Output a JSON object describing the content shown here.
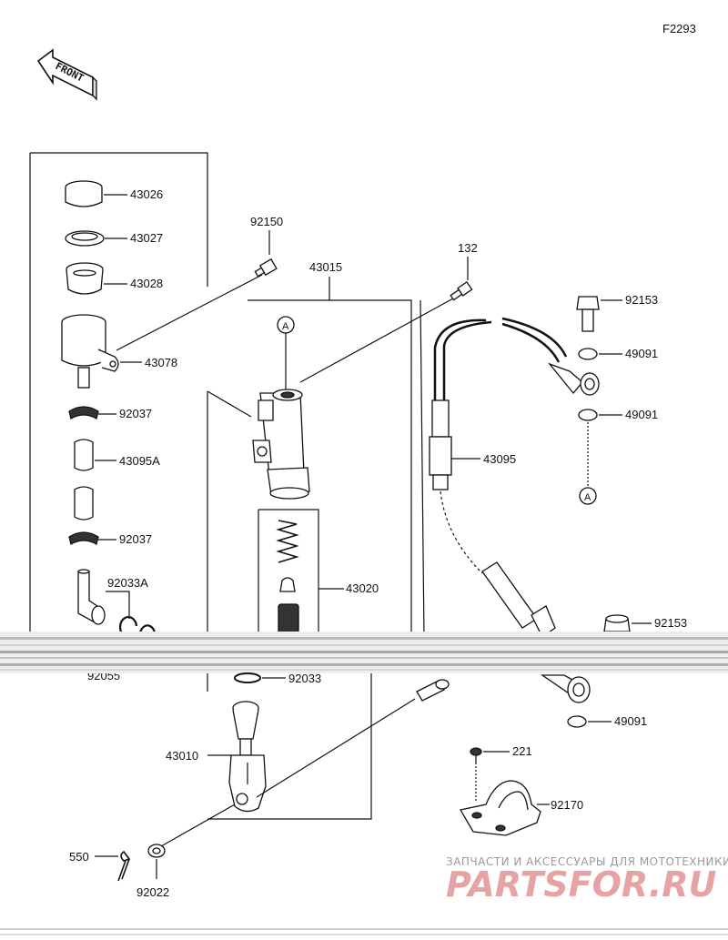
{
  "diagram_code": "F2293",
  "front_label": "FRONT",
  "callout_a": "A",
  "parts": {
    "p43026": "43026",
    "p43027": "43027",
    "p43028": "43028",
    "p43078": "43078",
    "p92037_top": "92037",
    "p43095A": "43095A",
    "p92037_bottom": "92037",
    "p92033A": "92033A",
    "p92055": "92055",
    "p92150": "92150",
    "p43015": "43015",
    "p132": "132",
    "p43020": "43020",
    "p92033": "92033",
    "p43010": "43010",
    "p550": "550",
    "p92022": "92022",
    "p92153_top": "92153",
    "p49091_top": "49091",
    "p49091_mid": "49091",
    "p43095": "43095",
    "p92153_bottom": "92153",
    "p49091_bottom": "49091",
    "p221": "221",
    "p92170": "92170"
  },
  "watermark": {
    "tagline": "ЗАПЧАСТИ И АКСЕССУАРЫ ДЛЯ МОТОТЕХНИКИ",
    "brand": "PARTSFOR.RU"
  }
}
